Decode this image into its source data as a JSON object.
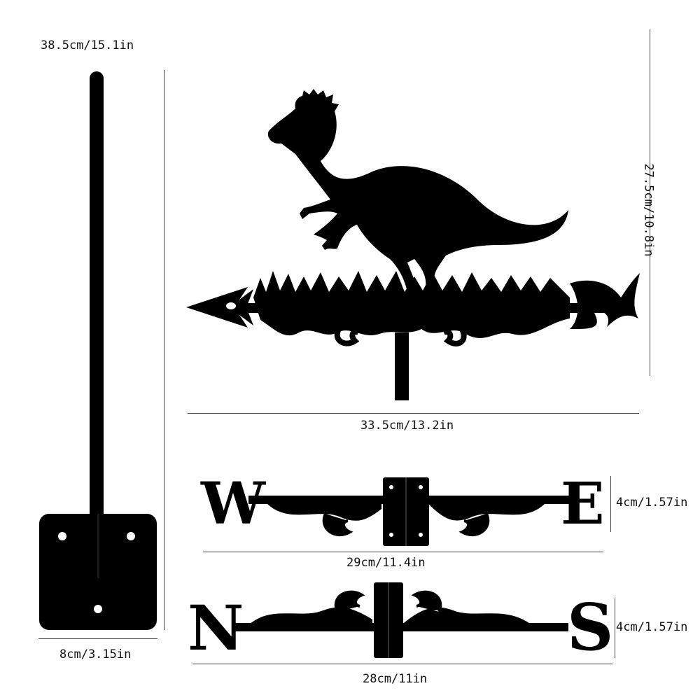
{
  "dimensions": {
    "pole_height": "38.5cm/15.1in",
    "pole_base_width": "8cm/3.15in",
    "vane_height": "27.5cm/10.8in",
    "vane_width": "33.5cm/13.2in",
    "we_arm_height": "4cm/1.57in",
    "we_arm_width": "29cm/11.4in",
    "ns_arm_height": "4cm/1.57in",
    "ns_arm_width": "28cm/11in"
  },
  "directions": {
    "west": "W",
    "east": "E",
    "north": "N",
    "south": "S"
  },
  "colors": {
    "silhouette": "#000000",
    "background": "#ffffff",
    "dimension_line": "#444444"
  }
}
